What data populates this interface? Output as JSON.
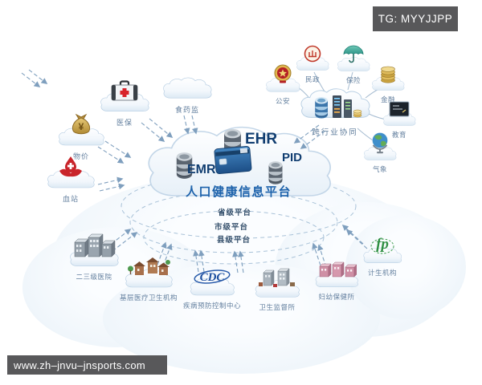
{
  "badge": {
    "text": "TG: MYYJJPP"
  },
  "watermark": {
    "text": "www.zh–jnvu–jnsports.com"
  },
  "platform": {
    "title": "人口健康信息平台",
    "db_ehr": "EHR",
    "db_emr": "EMR",
    "db_pid": "PID",
    "level_province": "省级平台",
    "level_city": "市级平台",
    "level_county": "县级平台"
  },
  "hub": {
    "label": "跨行业协同"
  },
  "nodes": {
    "yibao": {
      "label": "医保"
    },
    "shiyaojian": {
      "label": "食药监"
    },
    "wujia": {
      "label": "物价"
    },
    "xuezhan": {
      "label": "血站"
    },
    "gongan": {
      "label": "公安"
    },
    "minzheng": {
      "label": "民政"
    },
    "baoxian": {
      "label": "保险"
    },
    "jinrong": {
      "label": "金融"
    },
    "jiaoyu": {
      "label": "教育"
    },
    "qixiang": {
      "label": "气象"
    },
    "ersanji": {
      "label": "二三级医院"
    },
    "jiceng": {
      "label": "基层医疗卫生机构"
    },
    "cdc": {
      "label": "疾病预防控制中心"
    },
    "weijian": {
      "label": "卫生监督所"
    },
    "fuyou": {
      "label": "妇幼保健所"
    },
    "jisheng": {
      "label": "计生机构"
    }
  },
  "colors": {
    "title_blue": "#1d62ab",
    "label_blue_gray": "#64809f",
    "badge_bg": "#58585a",
    "arrow": "#7f9fbe"
  }
}
